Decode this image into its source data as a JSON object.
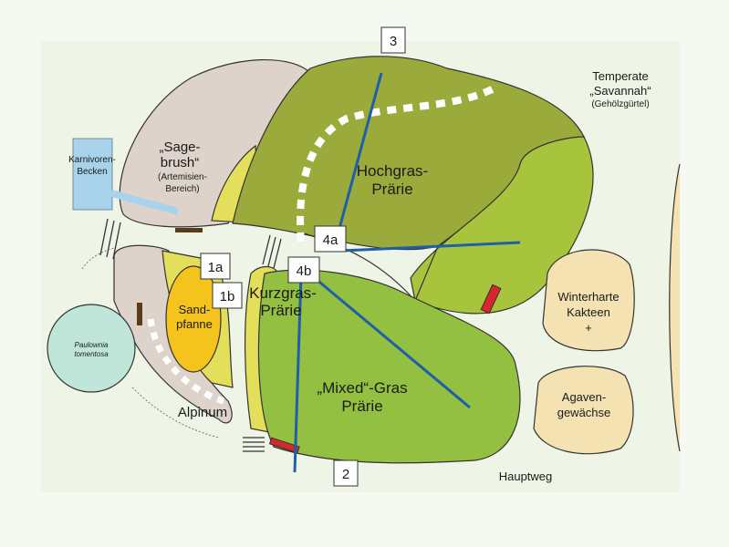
{
  "labels": {
    "temperate_1": "Temperate",
    "temperate_2": "„Savannah“",
    "temperate_3": "(Gehölzgürtel)",
    "sage_1": "„Sage-",
    "sage_2": "brush“",
    "sage_3": "(Artemisien-",
    "sage_4": "Bereich)",
    "karni_1": "Karnivoren-",
    "karni_2": "Becken",
    "hochgras_1": "Hochgras-",
    "hochgras_2": "Prärie",
    "kurzgras_1": "Kurzgras-",
    "kurzgras_2": "Prärie",
    "mixed_1": "„Mixed“-Gras",
    "mixed_2": "Prärie",
    "sand_1": "Sand-",
    "sand_2": "pfanne",
    "paulownia_1": "Paulownia",
    "paulownia_2": "tomentosa",
    "alpinum": "Alpinum",
    "kakteen_1": "Winterharte",
    "kakteen_2": "Kakteen",
    "kakteen_3": "+",
    "agaven_1": "Agaven-",
    "agaven_2": "gewächse",
    "hauptweg": "Hauptweg"
  },
  "markers": {
    "m3": "3",
    "m2": "2",
    "m1a": "1a",
    "m1b": "1b",
    "m4a": "4a",
    "m4b": "4b"
  },
  "colors": {
    "background": "#f1f6ec",
    "hochgras": "#9aab3c",
    "light_green": "#a8c43c",
    "prairie_green": "#93c040",
    "yellow": "#e3df5a",
    "sand": "#f4c41c",
    "beige": "#ddd3ca",
    "cactus": "#f4e2b3",
    "water": "#a9d3ea",
    "paulownia": "#bfe6d8",
    "transect": "#1f5fa8"
  }
}
